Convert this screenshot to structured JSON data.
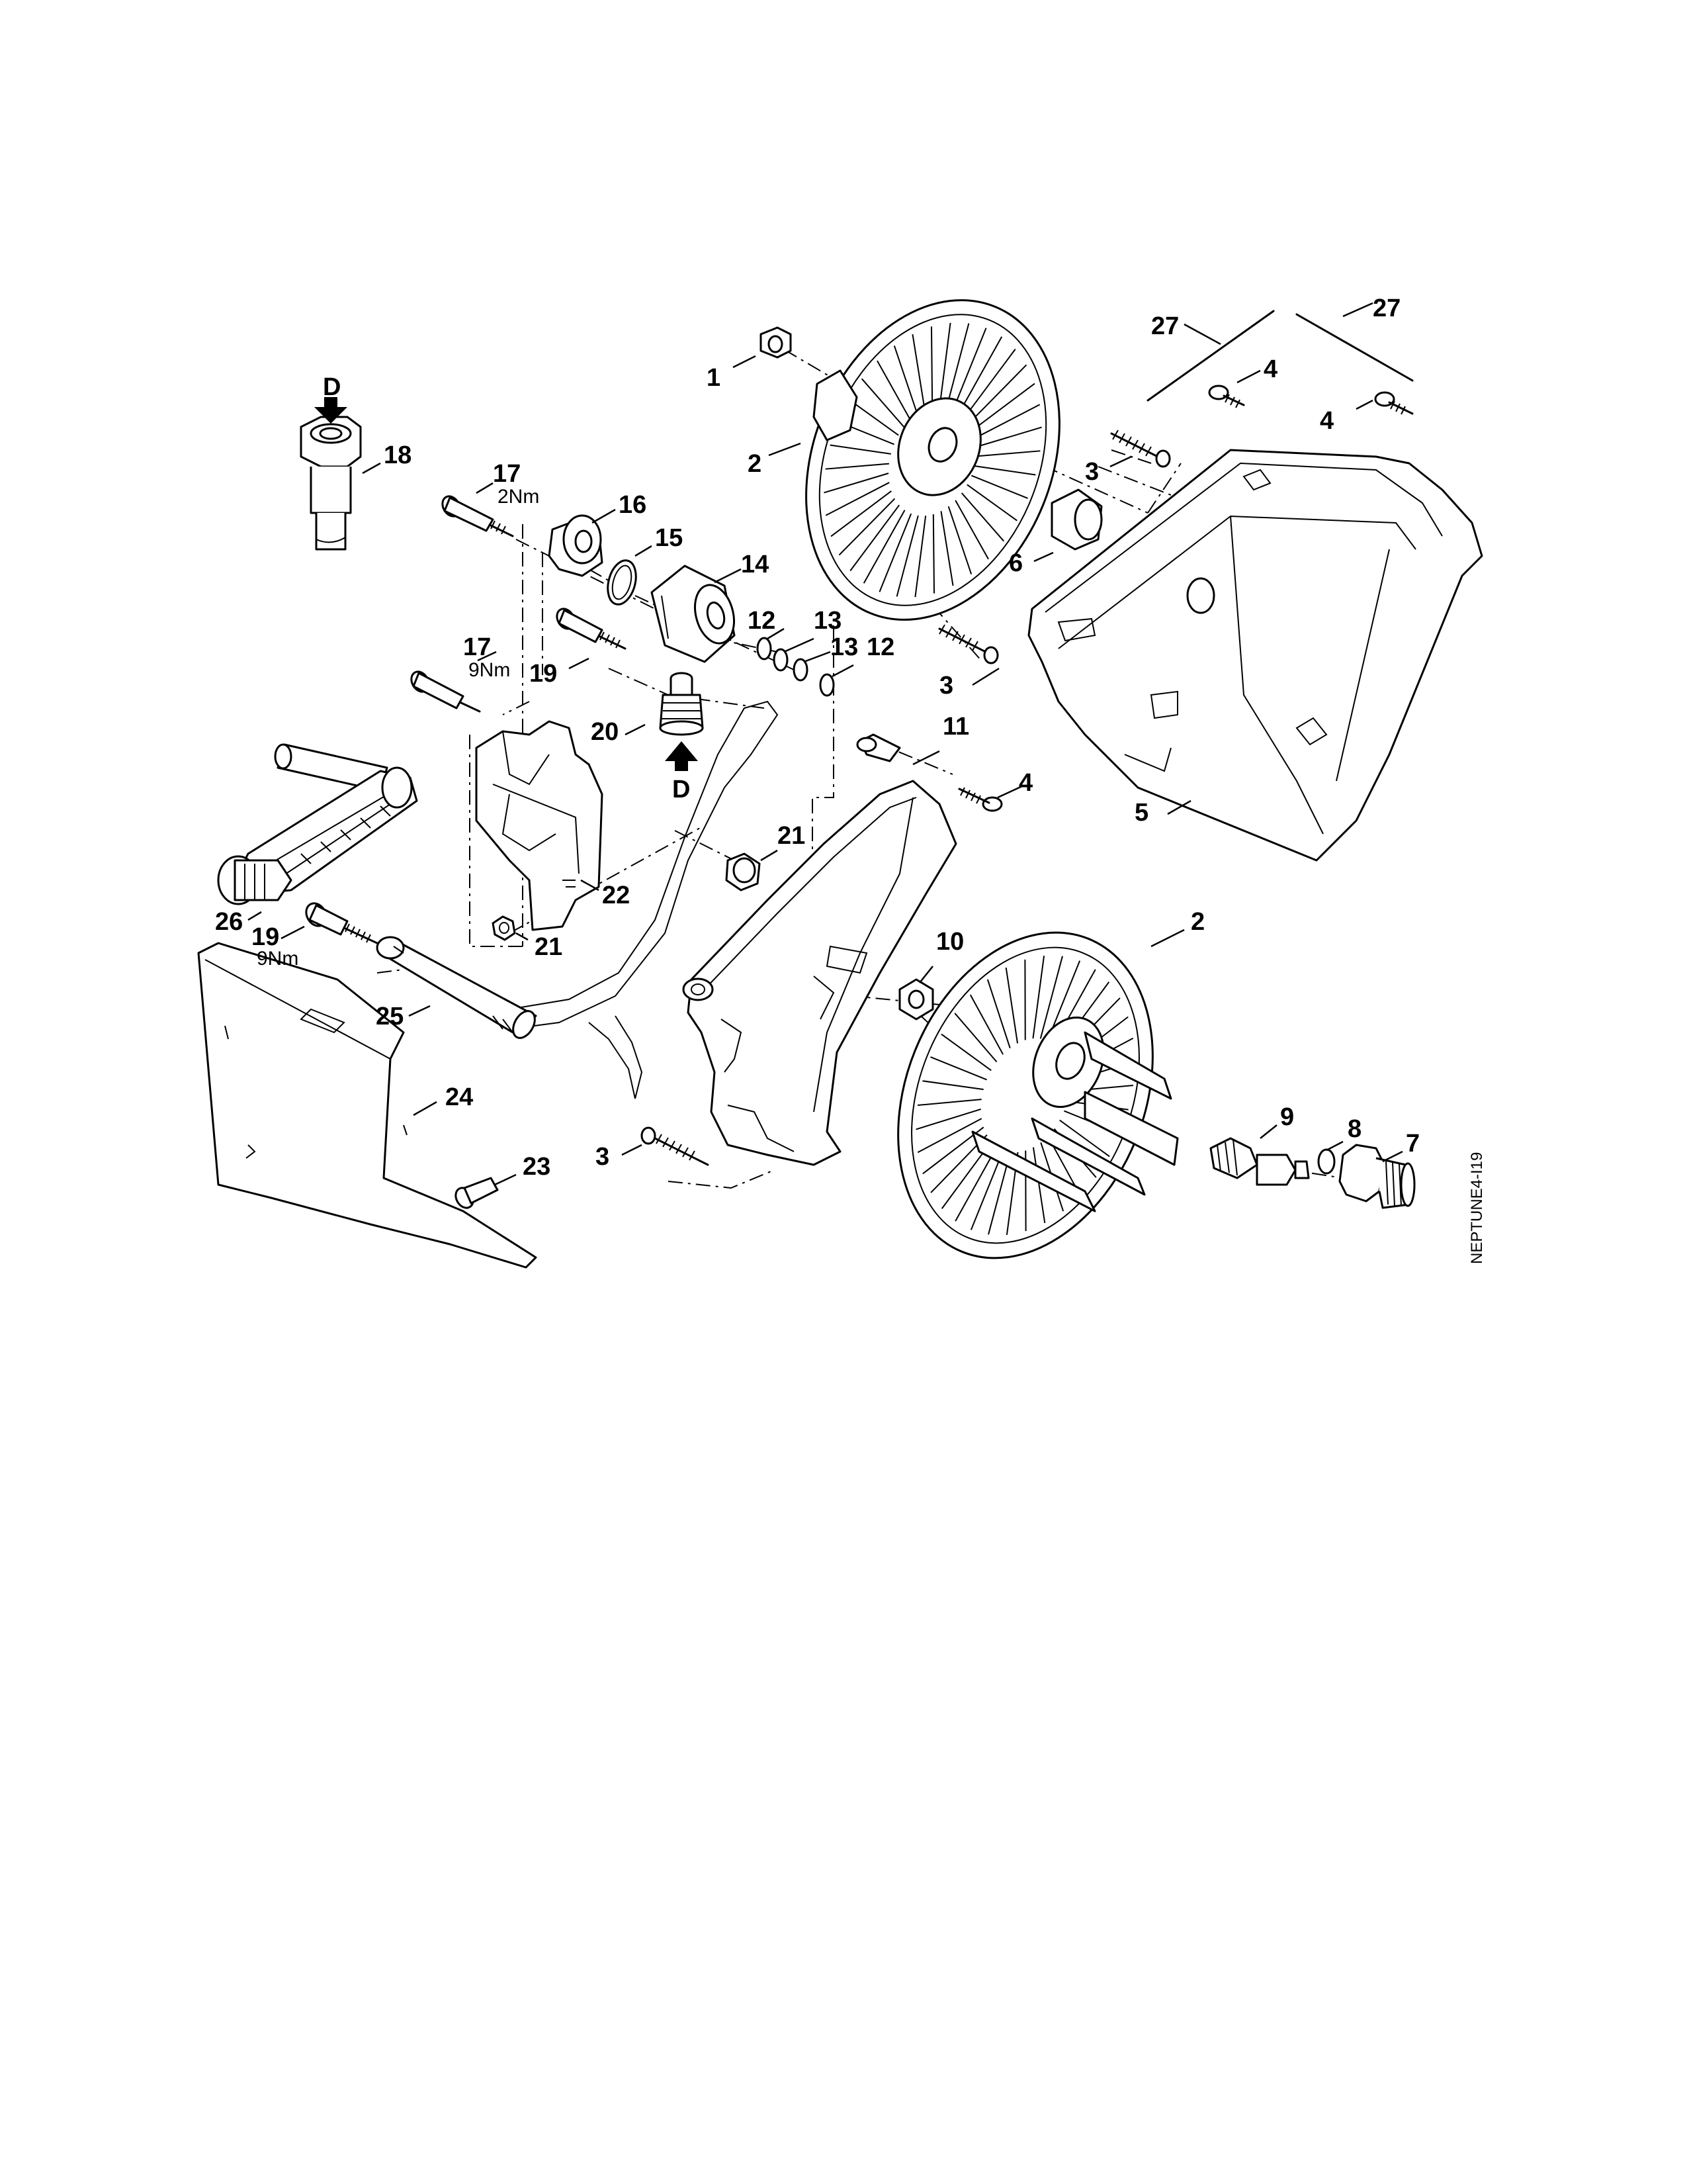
{
  "callouts": [
    {
      "id": "c1",
      "label": "1"
    },
    {
      "id": "c2a",
      "label": "2"
    },
    {
      "id": "c3a",
      "label": "3"
    },
    {
      "id": "c27a",
      "label": "27"
    },
    {
      "id": "c27b",
      "label": "27"
    },
    {
      "id": "c4a",
      "label": "4"
    },
    {
      "id": "c4b",
      "label": "4"
    },
    {
      "id": "c6",
      "label": "6"
    },
    {
      "id": "c18",
      "label": "18"
    },
    {
      "id": "c17a",
      "label": "17"
    },
    {
      "id": "c16",
      "label": "16"
    },
    {
      "id": "c15",
      "label": "15"
    },
    {
      "id": "c14",
      "label": "14"
    },
    {
      "id": "c12a",
      "label": "12"
    },
    {
      "id": "c13a",
      "label": "13"
    },
    {
      "id": "c13b",
      "label": "13"
    },
    {
      "id": "c12b",
      "label": "12"
    },
    {
      "id": "c3b",
      "label": "3"
    },
    {
      "id": "c17b",
      "label": "17"
    },
    {
      "id": "c19a",
      "label": "19"
    },
    {
      "id": "c20",
      "label": "20"
    },
    {
      "id": "c11",
      "label": "11"
    },
    {
      "id": "c4c",
      "label": "4"
    },
    {
      "id": "c5",
      "label": "5"
    },
    {
      "id": "c21a",
      "label": "21"
    },
    {
      "id": "c22",
      "label": "22"
    },
    {
      "id": "c21b",
      "label": "21"
    },
    {
      "id": "c26",
      "label": "26"
    },
    {
      "id": "c19b",
      "label": "19"
    },
    {
      "id": "c25",
      "label": "25"
    },
    {
      "id": "c10",
      "label": "10"
    },
    {
      "id": "c2b",
      "label": "2"
    },
    {
      "id": "c24",
      "label": "24"
    },
    {
      "id": "c9",
      "label": "9"
    },
    {
      "id": "c8",
      "label": "8"
    },
    {
      "id": "c7",
      "label": "7"
    },
    {
      "id": "c23",
      "label": "23"
    },
    {
      "id": "c3c",
      "label": "3"
    }
  ],
  "torques": {
    "t17a": "2Nm",
    "t17b": "9Nm",
    "t19b": "9Nm"
  },
  "detail_markers": {
    "d_top": "D",
    "d_bottom": "D"
  },
  "drawing_code": "NEPTUNE4-I19"
}
